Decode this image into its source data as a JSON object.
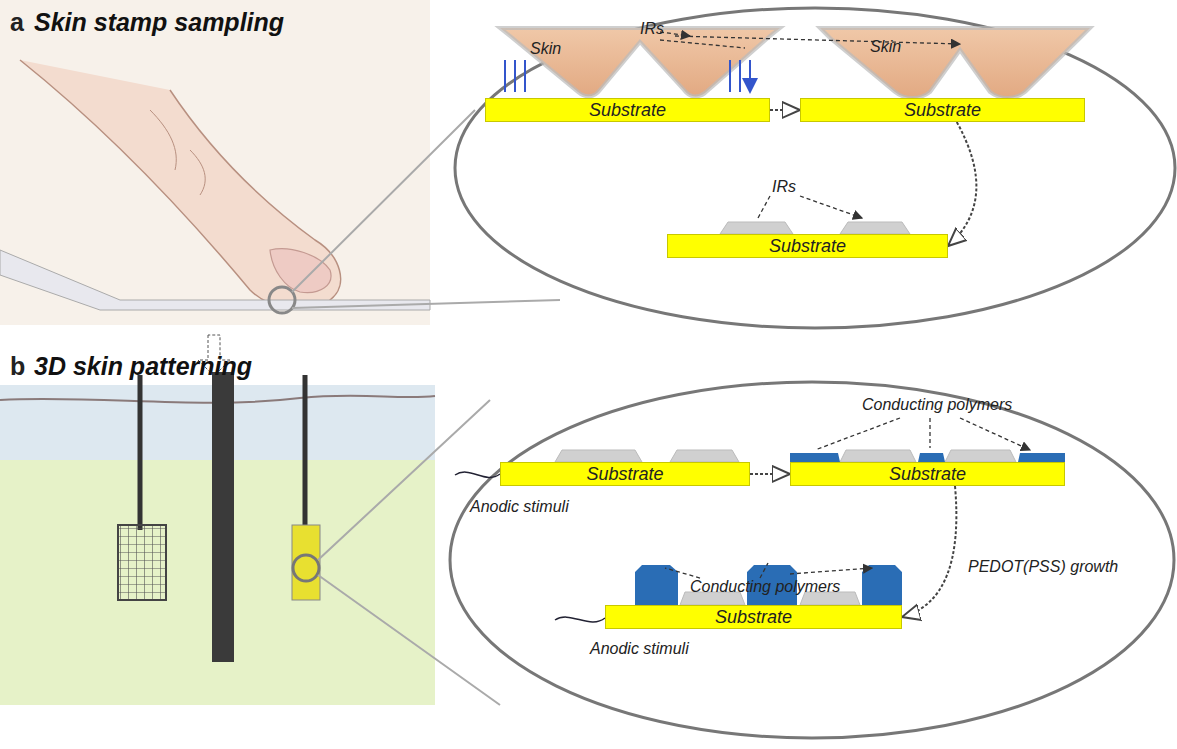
{
  "diagram": {
    "nodes": [
      {
        "text": [
          "Substrate"
        ]
      },
      {
        "text": [
          "Substrate"
        ]
      },
      {
        "text": [
          "Substrate"
        ]
      },
      {
        "text": [
          "Substrate"
        ]
      },
      {
        "text": [
          "Substrate"
        ]
      },
      {
        "text": [
          "Substrate"
        ]
      }
    ],
    "edges": [
      {
        "from": 0,
        "to": 1,
        "arrow": "to"
      },
      {
        "from": 1,
        "to": 2,
        "arrow": "to"
      },
      {
        "from": 3,
        "to": 4,
        "arrow": "to"
      },
      {
        "from": 4,
        "to": 5,
        "arrow": "to"
      }
    ],
    "labels": [
      "a",
      "Skin stamp sampling",
      "IRs",
      "Skin",
      "Skin",
      "IRs",
      "b",
      "3D skin patterning",
      "Conducting polymers",
      "Anodic stimuli",
      "PEDOT(PSS) growth",
      "Conducting polymers",
      "Anodic stimuli"
    ]
  }
}
